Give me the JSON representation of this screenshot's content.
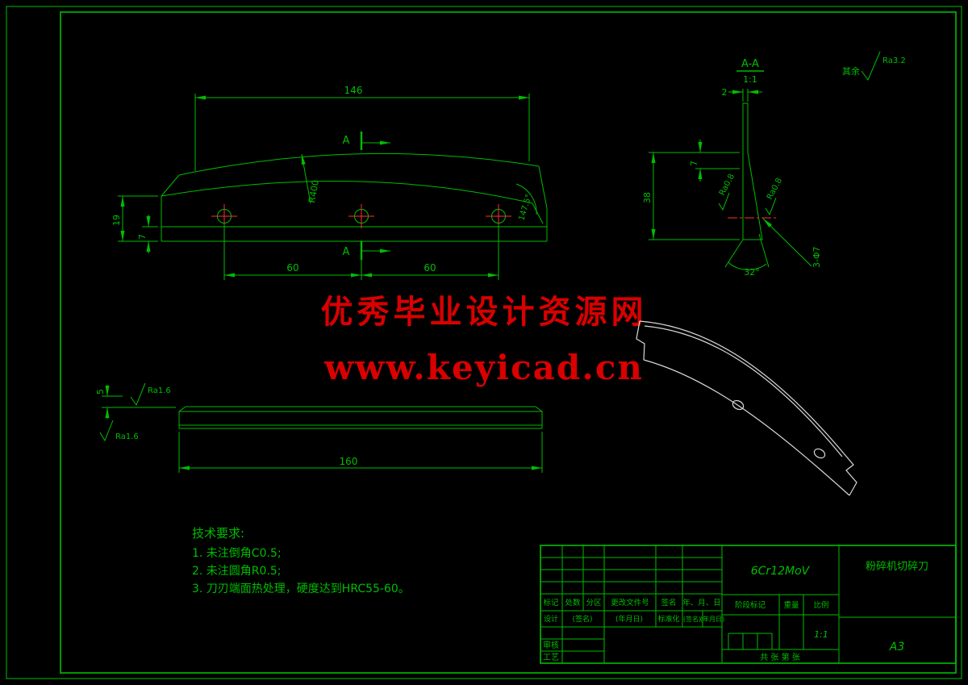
{
  "colors": {
    "background": "#000000",
    "line_green": "#00bd00",
    "center_red": "#ff3030",
    "watermark_red": "#d90000",
    "iso_white": "#d9d9d9"
  },
  "watermark": {
    "line1": "优秀毕业设计资源网",
    "line2": "www.keyicad.cn"
  },
  "front_view": {
    "dim_length": "146",
    "section_label": "A",
    "radius_label": "R400",
    "angle_label": "147.5°",
    "dim_height": "19",
    "dim_base": "7",
    "dim_pitch1": "60",
    "dim_pitch2": "60"
  },
  "section_view": {
    "title": "A-A",
    "scale": "1:1",
    "dim_top": "2",
    "dim_height": "38",
    "dim_edge": "7",
    "ra_left": "Ra0.8",
    "ra_right": "Ra0.8",
    "angle": "32°",
    "holes": "3-Φ7"
  },
  "corner_mark": {
    "prefix": "其余",
    "ra": "Ra3.2"
  },
  "side_view": {
    "dim_edge": "5",
    "ra_top": "Ra1.6",
    "ra_bottom": "Ra1.6",
    "dim_length": "160"
  },
  "tech": {
    "title": "技术要求:",
    "items": [
      "1. 未注倒角C0.5;",
      "2. 未注圆角R0.5;",
      "3. 刀刃端面热处理，硬度达到HRC55-60。"
    ]
  },
  "title_block": {
    "rev_headers": [
      "标记",
      "处数",
      "分区",
      "更改文件号",
      "签名",
      "年、月、日"
    ],
    "sign_row": [
      "设计",
      "(签名)",
      "(年月日)",
      "标准化",
      "(签名)",
      "(年月日)"
    ],
    "stage_headers": [
      "阶段标记",
      "重量",
      "比例"
    ],
    "scale_value": "1:1",
    "sheet_info": "共  张 第  张",
    "reviewer_label": "审核",
    "process_label": "工艺",
    "material": "6Cr12MoV",
    "part_name": "粉碎机切碎刀",
    "paper_size": "A3"
  }
}
